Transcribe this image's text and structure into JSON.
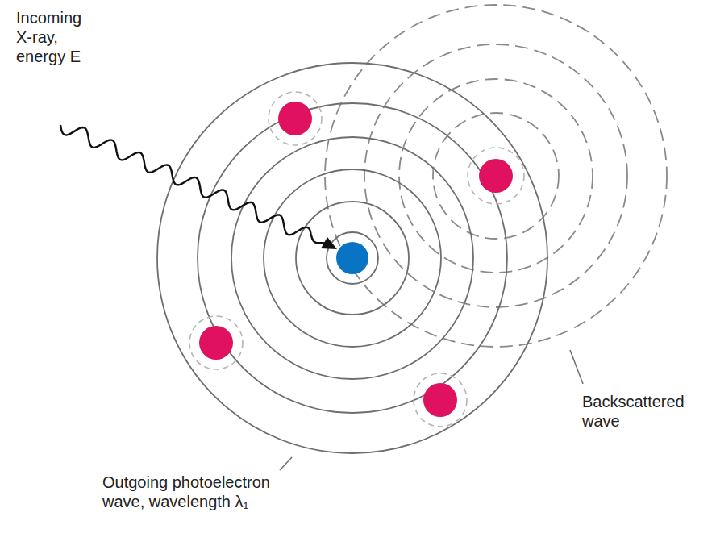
{
  "diagram": {
    "labels": [
      "Incoming X-ray, energy E",
      "Outgoing photoelectron wave, wavelength λ₁",
      "Backscattered wave"
    ]
  }
}
